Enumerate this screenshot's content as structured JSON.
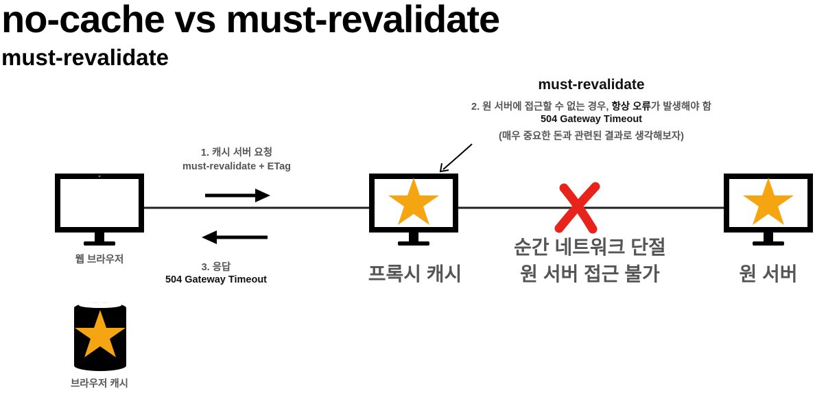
{
  "slide": {
    "title": "no-cache vs must-revalidate",
    "subtitle": "must-revalidate"
  },
  "note": {
    "heading": "must-revalidate",
    "line2_a": "2. 원 서버에 접근할 수 없는 경우, ",
    "line2_b": "항상 오류",
    "line2_c": "가 발생해야 함",
    "line3": "504 Gateway Timeout",
    "line4": "(매우 중요한 돈과 관련된 결과로 생각해보자)"
  },
  "request": {
    "line1": "1. 캐시 서버 요청",
    "line2": "must-revalidate + ETag"
  },
  "response": {
    "line1": "3. 응답",
    "line2": "504 Gateway Timeout"
  },
  "nodes": {
    "browser": "웹 브라우저",
    "proxy": "프록시 캐시",
    "origin": "원 서버",
    "browser_cache": "브라우저 캐시"
  },
  "disconnect": {
    "line1": "순간 네트워크 단절",
    "line2": "원 서버 접근 불가"
  },
  "colors": {
    "star": "#F5A511",
    "cross": "#E8231B",
    "monitor": "#000000",
    "gray_text": "#555555"
  }
}
